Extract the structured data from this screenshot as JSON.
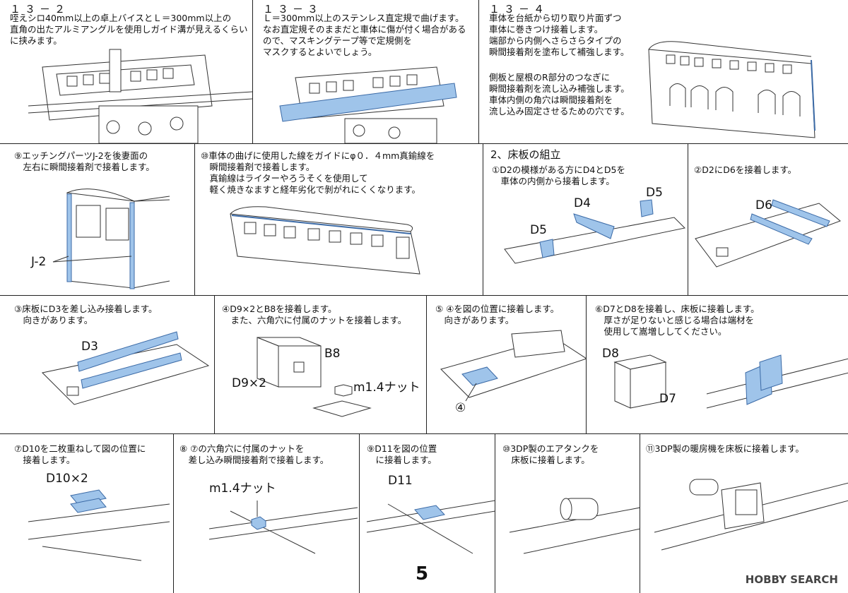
{
  "row1": [
    {
      "id": "13-2",
      "header": "１３－２",
      "text": "咥えシロ40mm以上の卓上バイスとＬ＝300mm以上の\n直角の出たアルミアングルを使用しガイド溝が見えるくらい\nに挟みます。"
    },
    {
      "id": "13-3",
      "header": "１３－３",
      "text": "Ｌ＝300mm以上のステンレス直定規で曲げます。\nなお直定規そのままだと車体に傷が付く場合がある\nので、マスキングテープ等で定規側を\nマスクするとよいでしょう。"
    },
    {
      "id": "13-4",
      "header": "１３－４",
      "text": "車体を台紙から切り取り片面ずつ\n車体に巻きつけ接着します。\n端部から内側へさらさらタイプの\n瞬間接着剤を塗布して補強します。",
      "text2": "側板と屋根のR部分のつなぎに\n瞬間接着剤を流し込み補強します。\n車体内側の角穴は瞬間接着剤を\n流し込み固定させるための穴です。"
    }
  ],
  "row2": [
    {
      "id": "9",
      "text": "⑨エッチングパーツJ-2を後妻面の\n　左右に瞬間接着剤で接着します。",
      "label": "J-2"
    },
    {
      "id": "10",
      "text": "⑩車体の曲げに使用した線をガイドにφ０．４mm真鍮線を\n　瞬間接着剤で接着します。\n　真鍮線はライターやろうそくを使用して\n　軽く焼きなますと経年劣化で剝がれにくくなります。"
    },
    {
      "id": "2-1",
      "title": "2、床板の組立",
      "text": "①D2の模様がある方にD4とD5を\n　車体の内側から接着します。",
      "labels": [
        "D5",
        "D4",
        "D5"
      ]
    },
    {
      "id": "2-2",
      "text": "②D2にD6を接着します。",
      "label": "D6"
    }
  ],
  "row3": [
    {
      "id": "3",
      "text": "③床板にD3を差し込み接着します。\n　向きがあります。",
      "label": "D3"
    },
    {
      "id": "4",
      "text": "④D9×2とB8を接着します。\n　また、六角穴に付属のナットを接着します。",
      "labels": [
        "B8",
        "D9×2",
        "m1.4ナット"
      ]
    },
    {
      "id": "5",
      "text": "⑤ ④を図の位置に接着します。\n　向きがあります。",
      "label": "④"
    },
    {
      "id": "6",
      "text": "⑥D7とD8を接着し、床板に接着します。\n　厚さが足りないと感じる場合は端材を\n　使用して嵩増ししてください。",
      "labels": [
        "D8",
        "D7"
      ]
    }
  ],
  "row4": [
    {
      "id": "7",
      "text": "⑦D10を二枚重ねして図の位置に\n　接着します。",
      "label": "D10×2"
    },
    {
      "id": "8",
      "text": "⑧ ⑦の六角穴に付属のナットを\n　差し込み瞬間接着剤で接着します。",
      "label": "m1.4ナット"
    },
    {
      "id": "9b",
      "text": "⑨D11を図の位置\n　に接着します。",
      "label": "D11"
    },
    {
      "id": "10b",
      "text": "⑩3DP製のエアタンクを\n　床板に接着します。"
    },
    {
      "id": "11",
      "text": "⑪3DP製の暖房機を床板に接着します。"
    }
  ],
  "page_number": "5",
  "watermark": "HOBBY SEARCH",
  "colors": {
    "accent": "#9fc4ea",
    "line": "#333333"
  }
}
